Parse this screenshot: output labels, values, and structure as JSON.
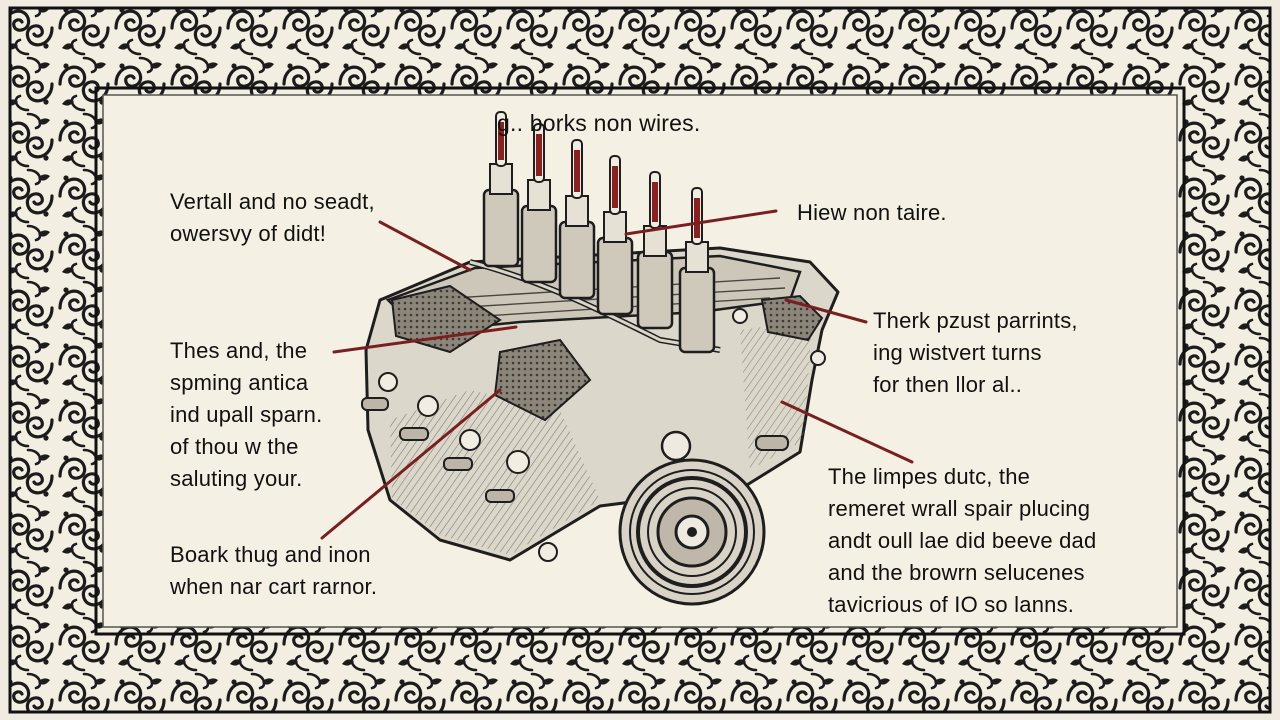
{
  "colors": {
    "paper": "#efebe0",
    "panel": "#f4f0e3",
    "ink": "#111111",
    "leader": "#7a1f1f",
    "border_pattern": "#222222"
  },
  "diagram": {
    "subject": "engine block with spark plugs and pulley",
    "border_style": "ornamental black-and-white floral frame"
  },
  "labels": {
    "top": {
      "lines": [
        "g..  borks non wires."
      ]
    },
    "upper_left": {
      "lines": [
        "Vertall and no seadt,",
        "owersvy of didt!"
      ]
    },
    "upper_right": {
      "lines": [
        "Hiew non taire."
      ]
    },
    "mid_left": {
      "lines": [
        "Thes and, the",
        "spming antica",
        "ind upall sparn.",
        "of thou w the",
        "saluting your."
      ]
    },
    "mid_right": {
      "lines": [
        "Therk pzust parrints,",
        "ing wistvert turns",
        "for then llor al.."
      ]
    },
    "lower_left": {
      "lines": [
        "Boark thug and inon",
        "when nar cart rarnor."
      ]
    },
    "lower_right": {
      "lines": [
        "The limpes dutc, the",
        "remeret wrall spair plucing",
        "andt oull lae did beeve dad",
        "and the browrn selucenes",
        "tavicrious of IO so lanns."
      ]
    }
  }
}
